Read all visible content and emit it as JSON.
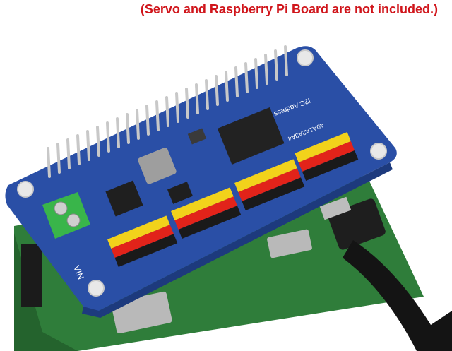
{
  "caption": "(Servo and Raspberry Pi Board are not included.)",
  "board": {
    "vin_label": "VIN",
    "address_label": "I2C Address",
    "address_pins": "A0A1A2A3A4",
    "colors": {
      "pcb_blue": "#2a4fa6",
      "pi_green": "#2f7d3a",
      "terminal_green": "#39b54a",
      "header_yellow": "#f2d21b",
      "header_red": "#e2231a",
      "header_black": "#1a1a1a",
      "caption_red": "#d0151b"
    }
  }
}
